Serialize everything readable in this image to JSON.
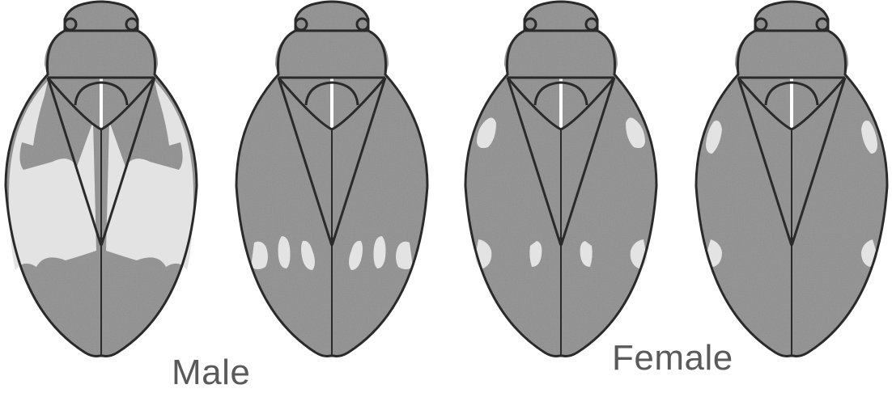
{
  "labels": {
    "male": "Male",
    "female": "Female"
  },
  "colors": {
    "body": "#8f8f8f",
    "pale_marking": "#e3e3e3",
    "outline": "#2a2a2a",
    "background": "#ffffff"
  },
  "specimens": [
    {
      "sex": "male",
      "pattern": "broad-pale-band"
    },
    {
      "sex": "male",
      "pattern": "rear-spot-row"
    },
    {
      "sex": "female",
      "pattern": "shoulder-and-rear-spots"
    },
    {
      "sex": "female",
      "pattern": "small-shoulder-and-rear-patches"
    }
  ]
}
